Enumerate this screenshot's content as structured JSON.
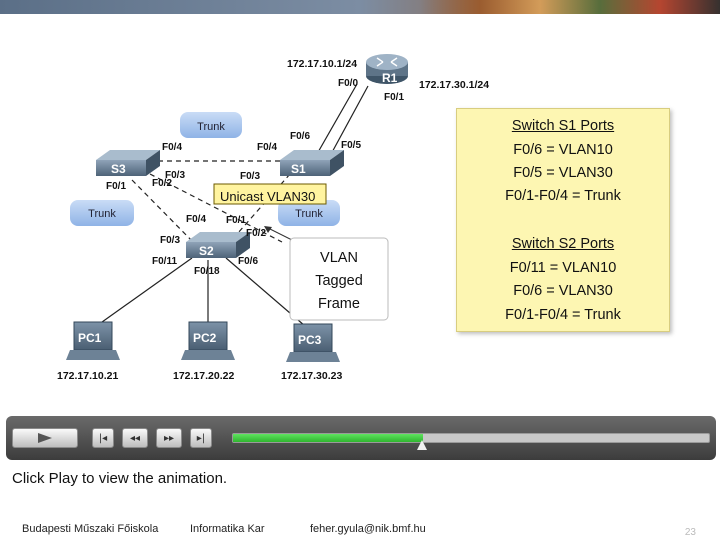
{
  "router": {
    "name": "R1",
    "ip_left": "172.17.10.1/24",
    "ip_right": "172.17.30.1/24",
    "port_f00": "F0/0",
    "port_f01": "F0/1"
  },
  "switches": {
    "s1": "S1",
    "s2": "S2",
    "s3": "S3"
  },
  "ports": {
    "s1_f06": "F0/6",
    "s1_f05": "F0/5",
    "s1_f04": "F0/4",
    "s1_f03": "F0/3",
    "s1_f04b": "F0/4",
    "s1_f01": "F0/1",
    "s1_f02": "F0/2",
    "s3_f04": "F0/4",
    "s3_f03": "F0/3",
    "s3_f01": "F0/1",
    "s3_f02": "F0/2",
    "s2_f04": "F0/4",
    "s2_f01": "F0/1",
    "s2_f03": "F0/3",
    "s2_f02": "F0/2",
    "s2_f011": "F0/11",
    "s2_f018": "F0/18",
    "s2_f06": "F0/6"
  },
  "trunk_labels": {
    "top": "Trunk",
    "left": "Trunk",
    "right": "Trunk"
  },
  "frame_label": "Unicast VLAN30",
  "vlan_callout": {
    "line1": "VLAN",
    "line2": "Tagged",
    "line3": "Frame"
  },
  "pcs": [
    {
      "name": "PC1",
      "ip": "172.17.10.21"
    },
    {
      "name": "PC2",
      "ip": "172.17.20.22"
    },
    {
      "name": "PC3",
      "ip": "172.17.30.23"
    }
  ],
  "info_box": {
    "s1_title": "Switch S1 Ports",
    "s1_rows": [
      "F0/6 = VLAN10",
      "F0/5 = VLAN30",
      "F0/1-F0/4 = Trunk"
    ],
    "s2_title": "Switch S2 Ports",
    "s2_rows": [
      "F0/11 = VLAN10",
      "F0/6 = VLAN30",
      "F0/1-F0/4 = Trunk"
    ]
  },
  "player": {
    "progress": 0.4,
    "play_icon": "play-icon",
    "buttons": [
      "skip-start-icon",
      "rewind-icon",
      "fast-forward-icon",
      "skip-end-icon"
    ]
  },
  "caption": "Click Play to view the animation.",
  "footer": {
    "school": "Budapesti Műszaki Főiskola",
    "dept": "Informatika Kar",
    "email": "feher.gyula@nik.bmf.hu",
    "page": "23"
  },
  "colors": {
    "infobox_bg": "#fdf6b2",
    "trunk_bubble": "#a9c6ee",
    "progress_green": "#3ccf3c",
    "player_bg": "#4d4d4d"
  }
}
